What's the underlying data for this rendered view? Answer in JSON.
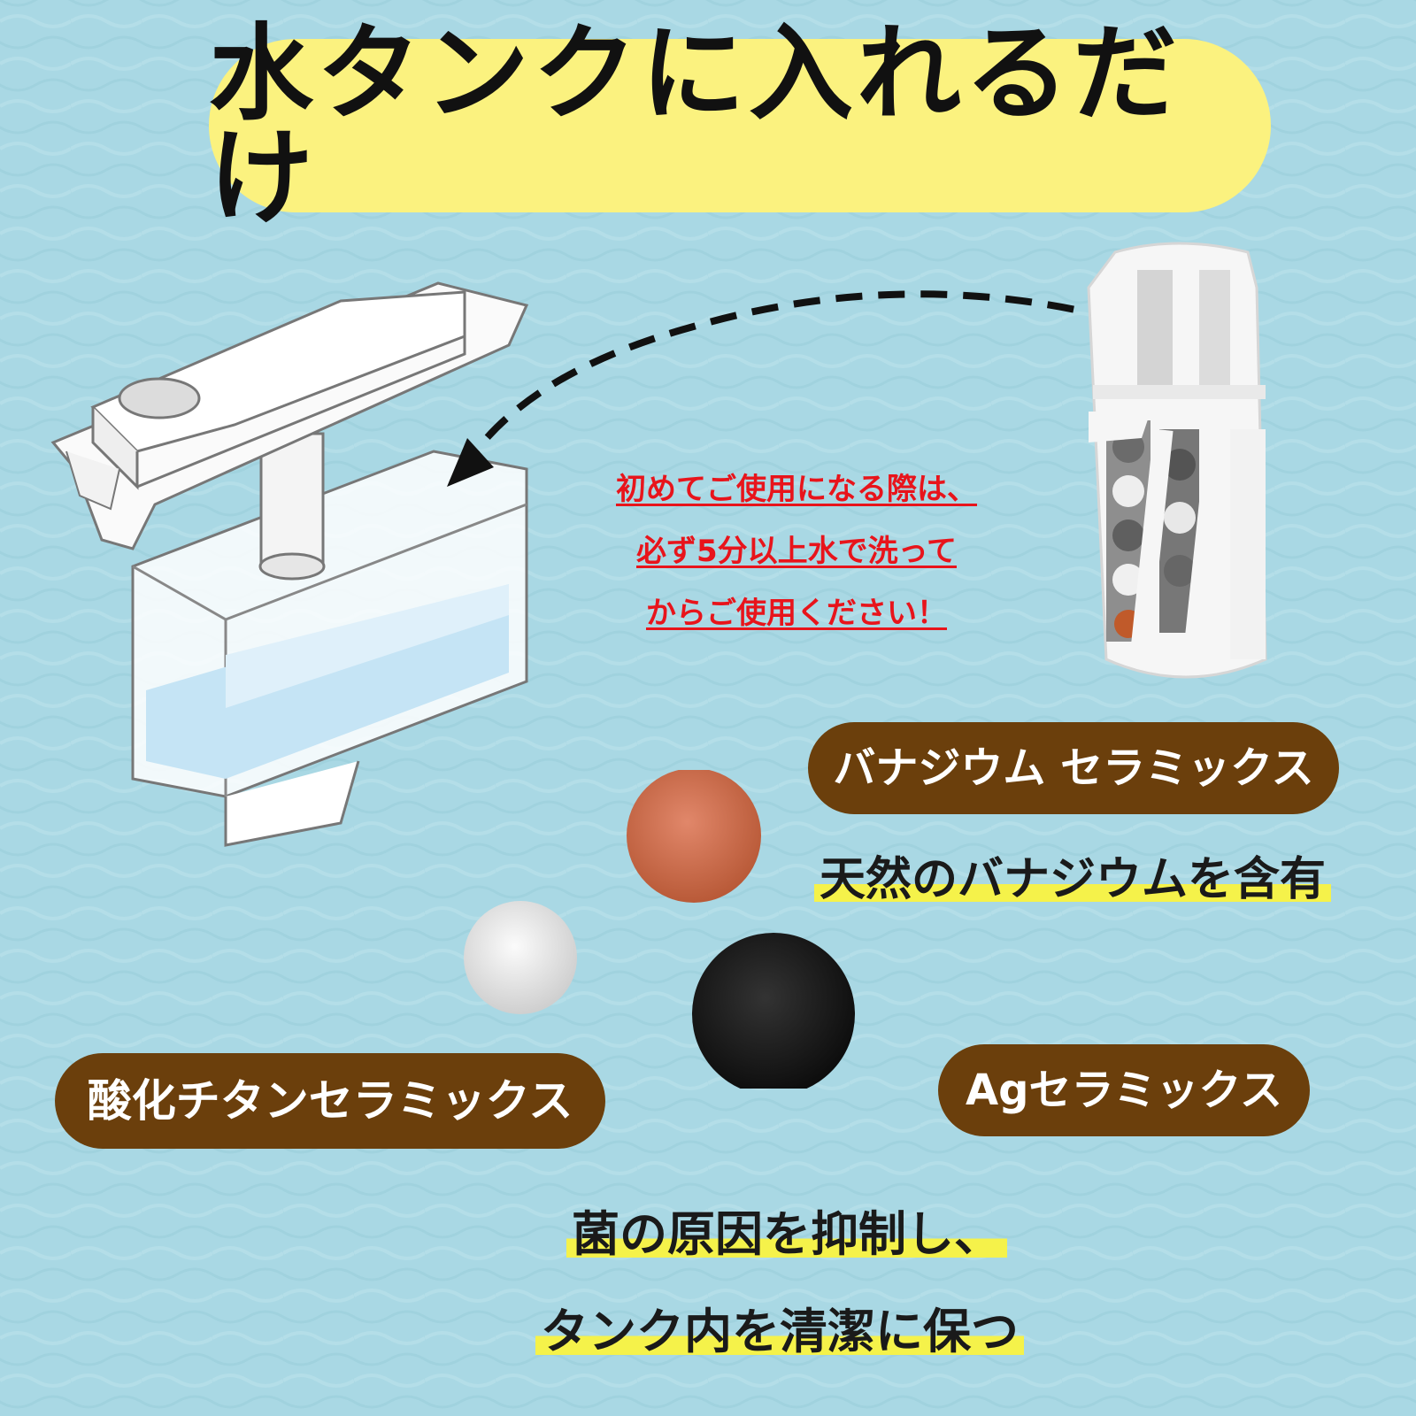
{
  "colors": {
    "background": "#a9d8e4",
    "title_pill": "#fbf27f",
    "label_pill": "#6b3f0c",
    "warning_text": "#e8141b",
    "highlight": "#f5f24a"
  },
  "title": "水タンクに入れるだけ",
  "notice": {
    "line1": "初めてご使用になる際は、",
    "line2": "必ず5分以上水で洗って",
    "line3": "からご使用ください！"
  },
  "labels": {
    "vanadium": "バナジウム セラミックス",
    "titanium": "酸化チタンセラミックス",
    "silver": "Agセラミックス"
  },
  "captions": {
    "vanadium_desc": "天然のバナジウムを含有",
    "benefit_line1": "菌の原因を抑制し、",
    "benefit_line2": "タンク内を清潔に保つ"
  },
  "icons": {
    "tank": "water-tank-illustration",
    "cartridge": "filter-cartridge",
    "arrow": "dashed-arrow",
    "balls": [
      "orange-ceramic-ball",
      "white-ceramic-ball",
      "black-ceramic-ball"
    ]
  }
}
